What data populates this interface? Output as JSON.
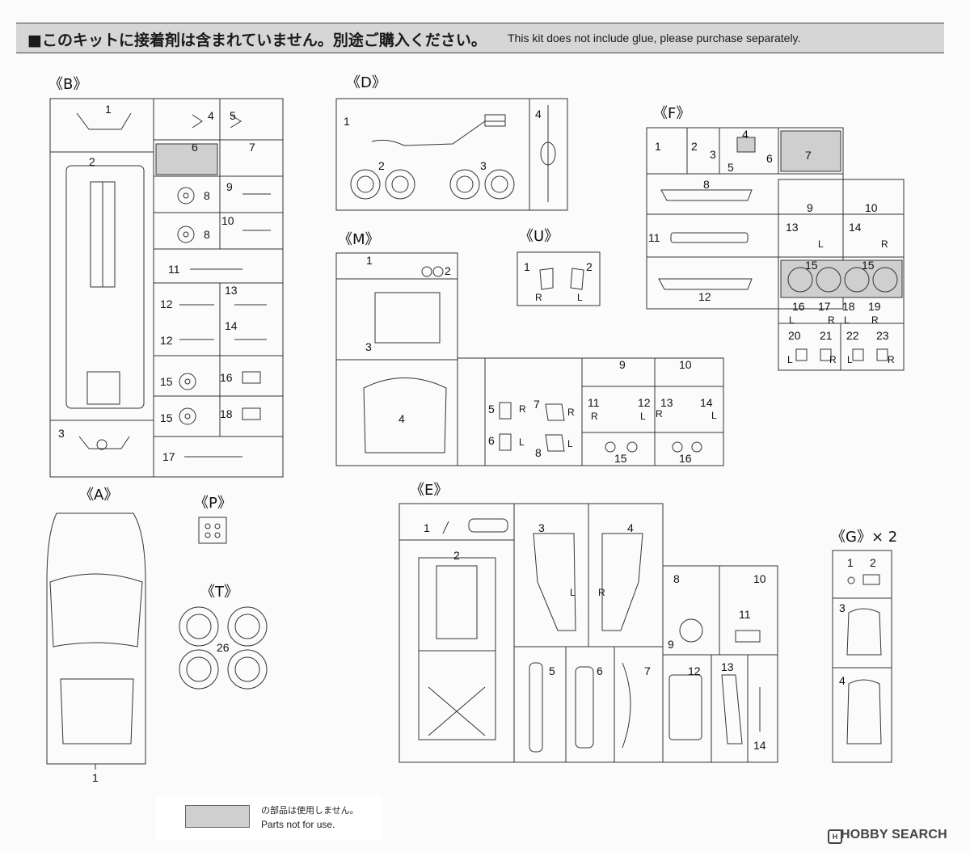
{
  "header": {
    "japanese": "■このキットに接着剤は含まれていません。別途ご購入ください。",
    "english": "This kit does not include glue, please purchase separately."
  },
  "runners": {
    "B": {
      "title": "《B》",
      "parts": [
        "1",
        "2",
        "3",
        "4",
        "5",
        "6",
        "7",
        "8",
        "8",
        "9",
        "10",
        "11",
        "12",
        "12",
        "13",
        "14",
        "15",
        "15",
        "16",
        "17",
        "18"
      ]
    },
    "D": {
      "title": "《D》",
      "parts": [
        "1",
        "2",
        "3",
        "4"
      ]
    },
    "F": {
      "title": "《F》",
      "parts": [
        "1",
        "2",
        "3",
        "4",
        "5",
        "6",
        "7",
        "8",
        "9",
        "10",
        "11",
        "12",
        "13",
        "14",
        "15",
        "15",
        "16",
        "17",
        "18",
        "19",
        "20",
        "21",
        "22",
        "23"
      ],
      "sides": [
        "L",
        "R",
        "L",
        "R",
        "L",
        "R",
        "L",
        "R",
        "L",
        "R"
      ]
    },
    "M": {
      "title": "《M》",
      "parts": [
        "1",
        "2",
        "3",
        "4",
        "5",
        "6",
        "7",
        "8",
        "9",
        "10",
        "11",
        "12",
        "13",
        "14",
        "15",
        "16"
      ],
      "sides": [
        "R",
        "L",
        "R",
        "L",
        "R",
        "L",
        "R",
        "L"
      ]
    },
    "U": {
      "title": "《U》",
      "parts": [
        "1",
        "2"
      ],
      "sides": [
        "R",
        "L"
      ]
    },
    "A": {
      "title": "《A》",
      "parts": [
        "1"
      ]
    },
    "P": {
      "title": "《P》"
    },
    "T": {
      "title": "《T》",
      "parts": [
        "26"
      ]
    },
    "E": {
      "title": "《E》",
      "parts": [
        "1",
        "2",
        "3",
        "4",
        "5",
        "6",
        "7",
        "8",
        "9",
        "10",
        "11",
        "12",
        "13",
        "14"
      ],
      "sides": [
        "L",
        "R"
      ]
    },
    "G": {
      "title": "《G》× 2",
      "parts": [
        "1",
        "2",
        "3",
        "4"
      ]
    }
  },
  "legend": {
    "japanese": "の部品は使用しません。",
    "english": "Parts  not  for  use."
  },
  "watermark": {
    "text": "HOBBY SEARCH",
    "icon": "H"
  },
  "colors": {
    "unused_part_fill": "#cfcfcf",
    "banner": "#d6d6d6"
  }
}
